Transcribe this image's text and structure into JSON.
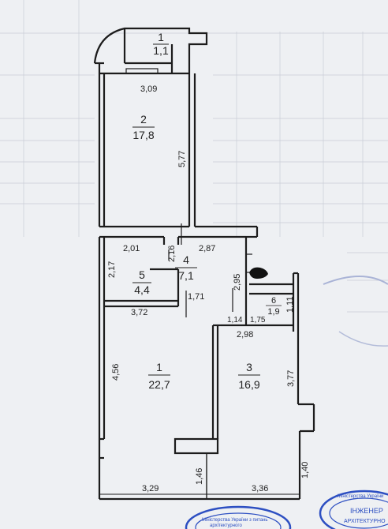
{
  "rooms": [
    {
      "key": "balcony",
      "number": "1",
      "area": "1,1"
    },
    {
      "key": "room2",
      "number": "2",
      "area": "17,8"
    },
    {
      "key": "room4",
      "number": "4",
      "area": "7,1"
    },
    {
      "key": "room5",
      "number": "5",
      "area": "4,4"
    },
    {
      "key": "room6",
      "number": "6",
      "area": "1,9"
    },
    {
      "key": "room1",
      "number": "1",
      "area": "22,7"
    },
    {
      "key": "room3",
      "number": "3",
      "area": "16,9"
    }
  ],
  "dimensions": {
    "d309": "3,09",
    "d577": "5,77",
    "d201": "2,01",
    "d216": "2,16",
    "d287": "2,87",
    "d217": "2,17",
    "d295": "2,95",
    "d372": "3,72",
    "d171": "1,71",
    "d111": "1,11",
    "d114": "1,14",
    "d175": "1,75",
    "d298": "2,98",
    "d456": "4,56",
    "d377": "3,77",
    "d146": "1,46",
    "d140": "1,40",
    "d329": "3,29",
    "d336": "3,36"
  },
  "stamp": {
    "left_lines": [
      "Міністерства України з питань",
      "архітектурного"
    ],
    "right_lines": [
      "Міністерства України",
      "ІНЖЕНЕР",
      "АРХІТЕКТУРНО"
    ]
  },
  "colors": {
    "wall": "#1c1c1c",
    "paper": "#eef0f3",
    "grid": "#c9cdd6",
    "stamp": "#2d4fc2"
  }
}
